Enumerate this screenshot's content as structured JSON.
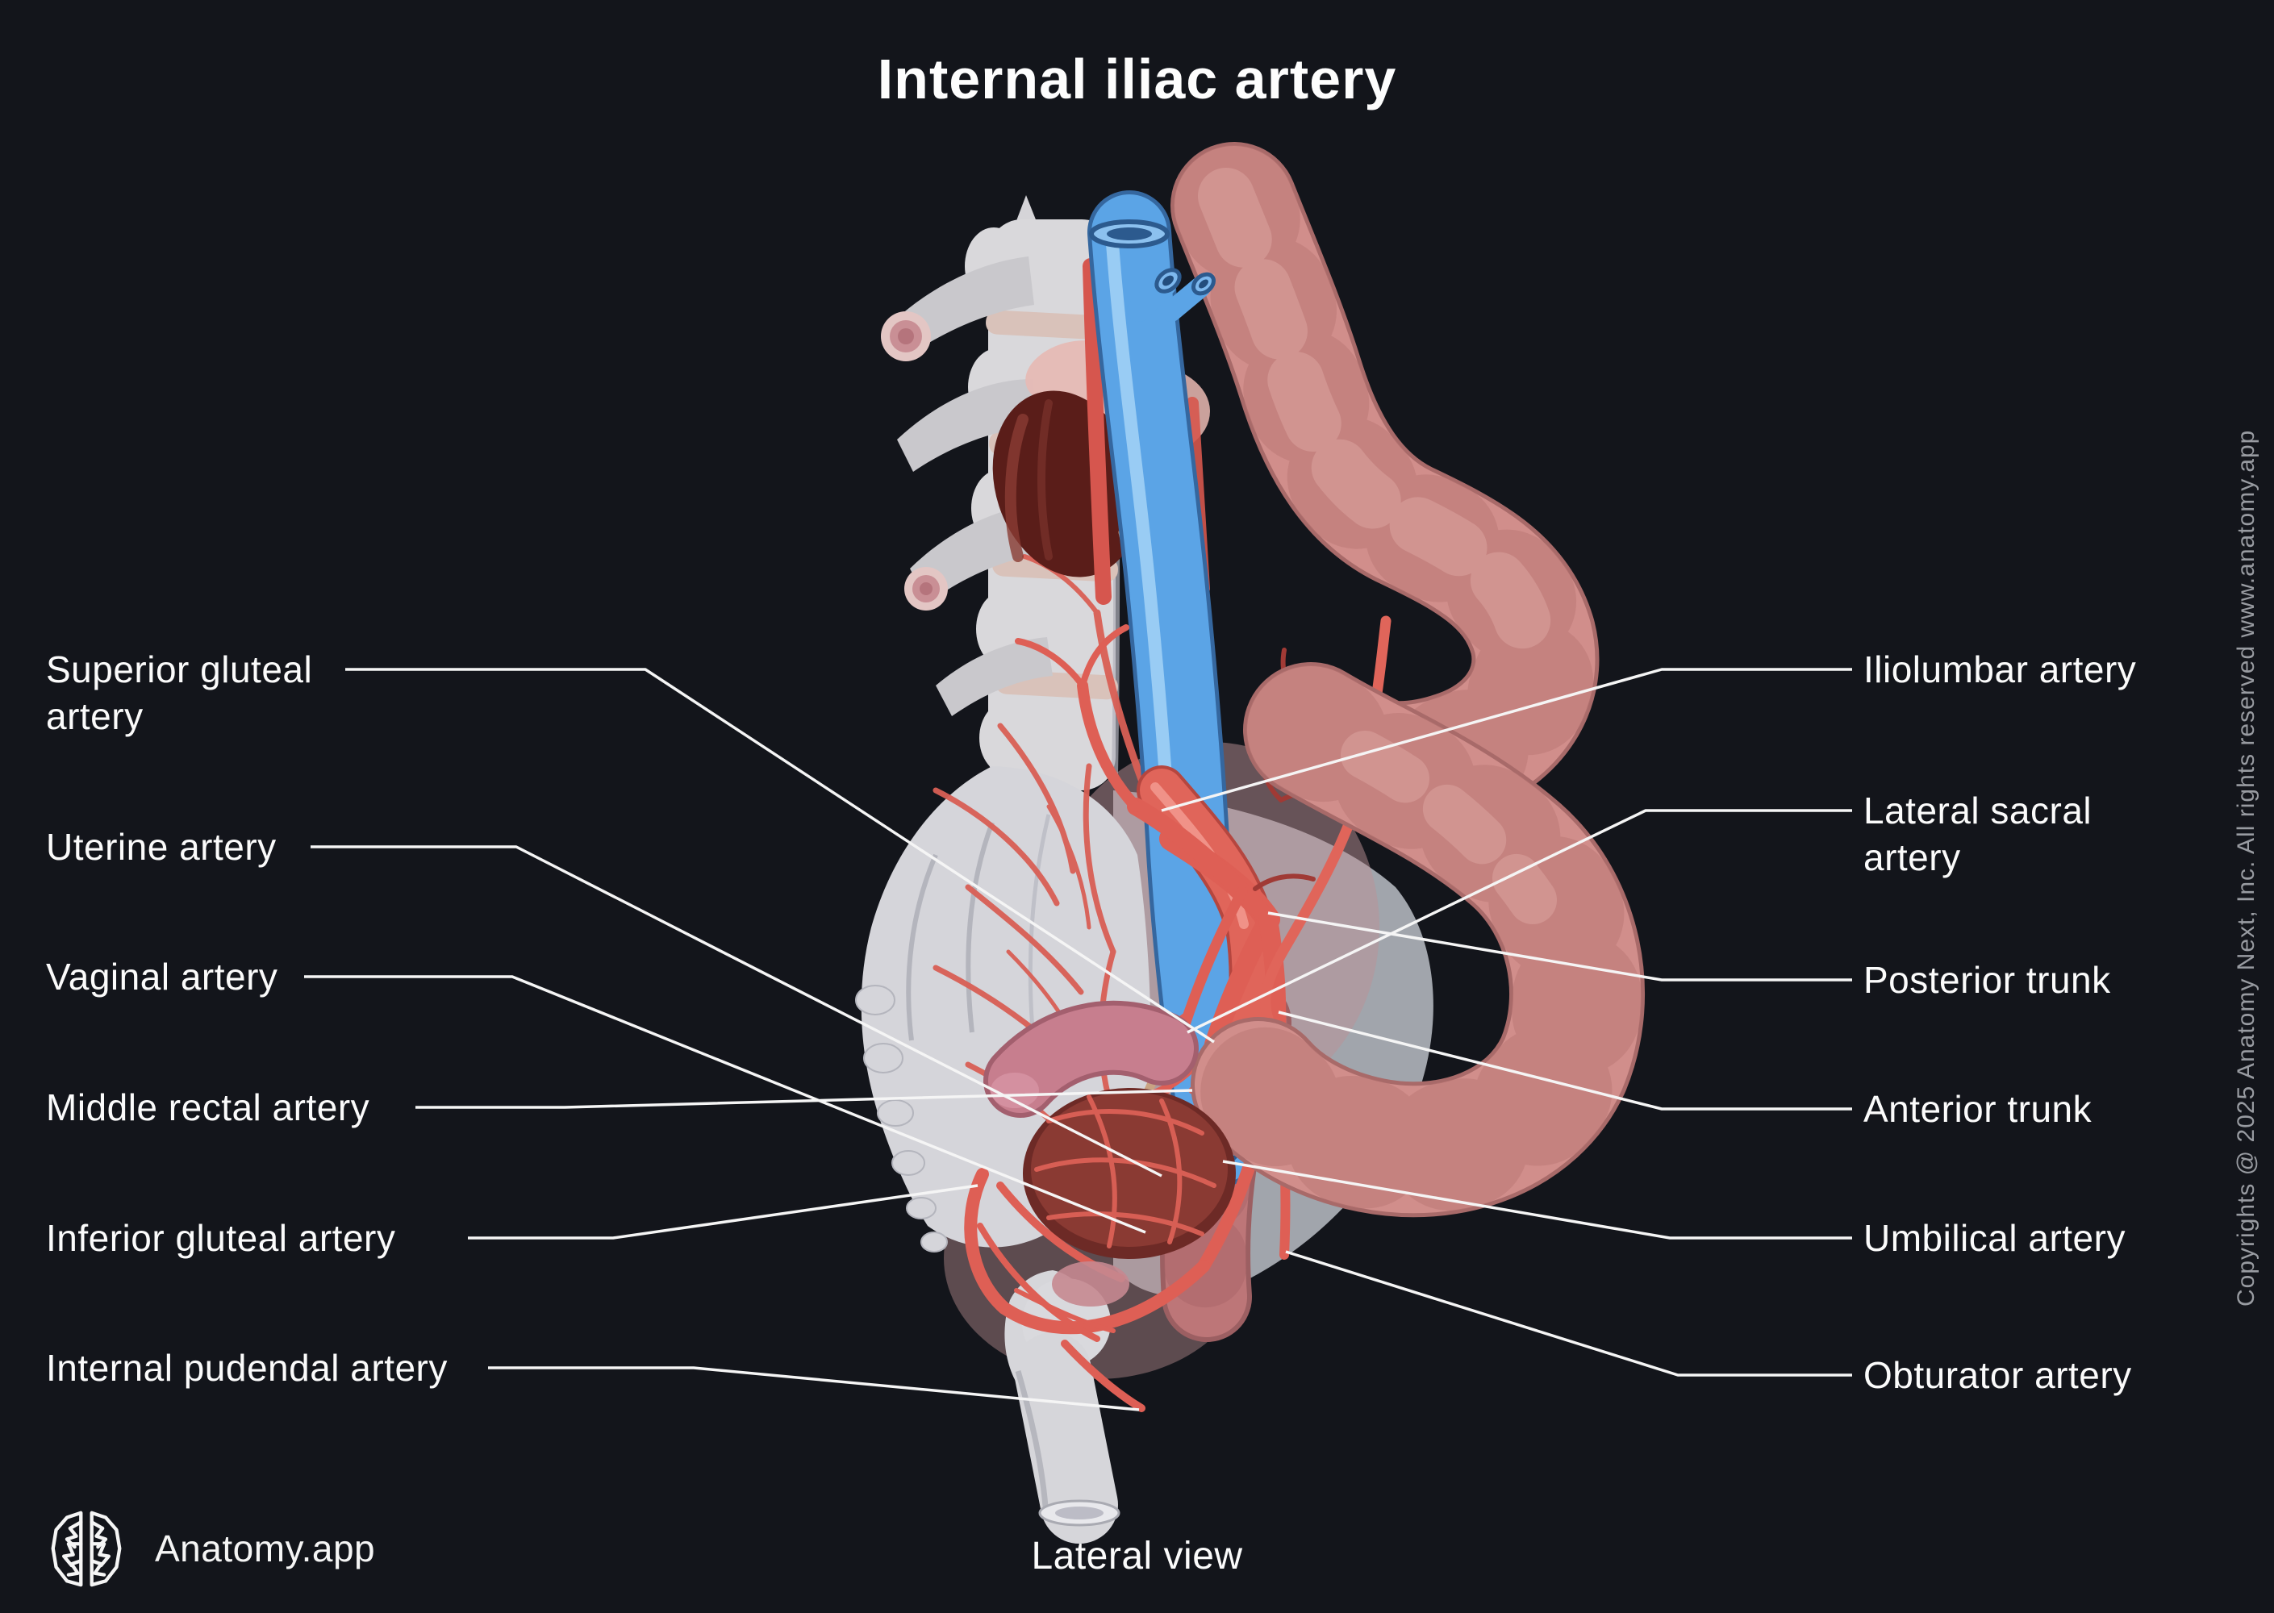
{
  "title": "Internal iliac artery",
  "footer": {
    "view_label": "Lateral view",
    "brand_name": "Anatomy.app"
  },
  "copyright_text": "Copyrights @ 2025 Anatomy Next, Inc. All rights reserved www.anatomy.app",
  "labels": {
    "left": [
      {
        "text": "Superior gluteal artery"
      },
      {
        "text": "Uterine artery"
      },
      {
        "text": "Vaginal artery"
      },
      {
        "text": "Middle rectal artery"
      },
      {
        "text": "Inferior gluteal artery"
      },
      {
        "text": "Internal pudendal artery"
      }
    ],
    "right": [
      {
        "text": "Iliolumbar artery"
      },
      {
        "text": "Lateral sacral artery"
      },
      {
        "text": "Posterior trunk"
      },
      {
        "text": "Anterior trunk"
      },
      {
        "text": "Umbilical artery"
      },
      {
        "text": "Obturator artery"
      }
    ]
  },
  "icons": {
    "brand_logo": "brain-logo-icon"
  },
  "colors": {
    "background": "#13151b",
    "text": "#fbfbfb",
    "muted_text": "#989ba1",
    "leader_line": "#f5f5f5",
    "artery": "#e0655a",
    "vein": "#5ba4e6",
    "bone": "#d7d7db",
    "colon": "#d18e8b",
    "kidney": "#5a1d19",
    "organ": "#8a3a33"
  }
}
